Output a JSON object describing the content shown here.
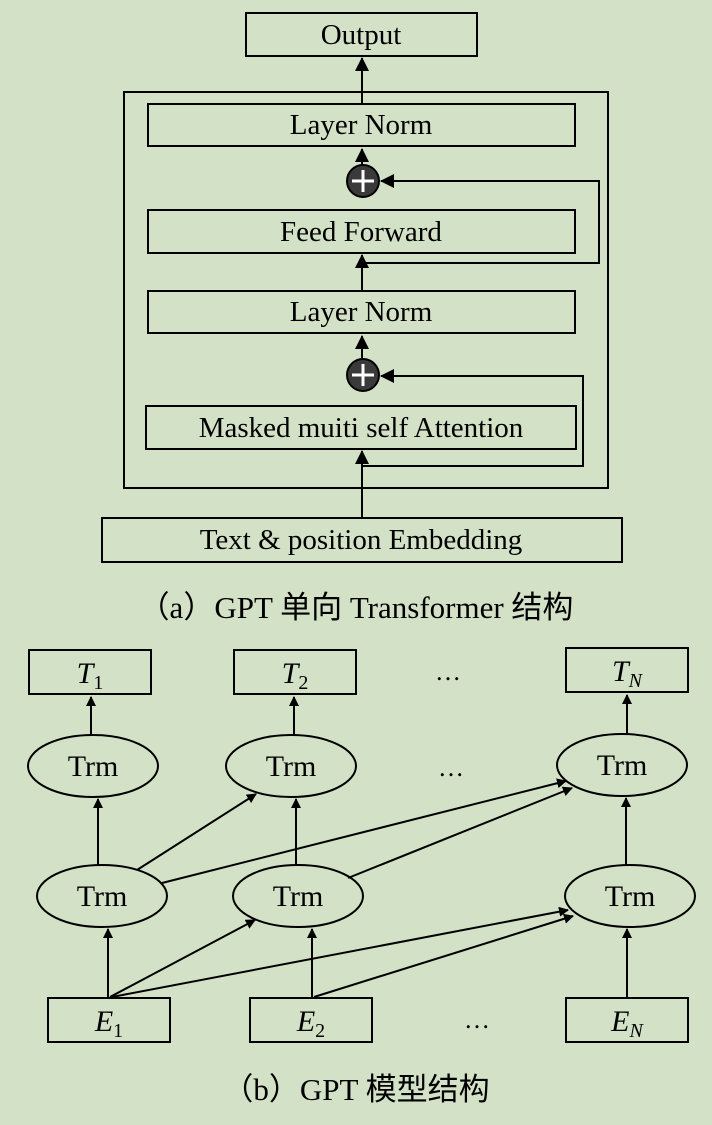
{
  "part_a": {
    "output": "Output",
    "layer_norm_top": "Layer Norm",
    "feed_forward": "Feed Forward",
    "layer_norm_bottom": "Layer Norm",
    "masked_attention": "Masked muiti self Attention",
    "embedding": "Text & position Embedding",
    "caption": "（a）GPT 单向 Transformer 结构"
  },
  "part_b": {
    "outputs": [
      {
        "base": "T",
        "sub": "1"
      },
      {
        "base": "T",
        "sub": "2"
      },
      {
        "base": "T",
        "sub": "N"
      }
    ],
    "inputs": [
      {
        "base": "E",
        "sub": "1"
      },
      {
        "base": "E",
        "sub": "2"
      },
      {
        "base": "E",
        "sub": "N"
      }
    ],
    "trm_label": "Trm",
    "ellipsis": "…",
    "caption": "（b）GPT 模型结构"
  }
}
